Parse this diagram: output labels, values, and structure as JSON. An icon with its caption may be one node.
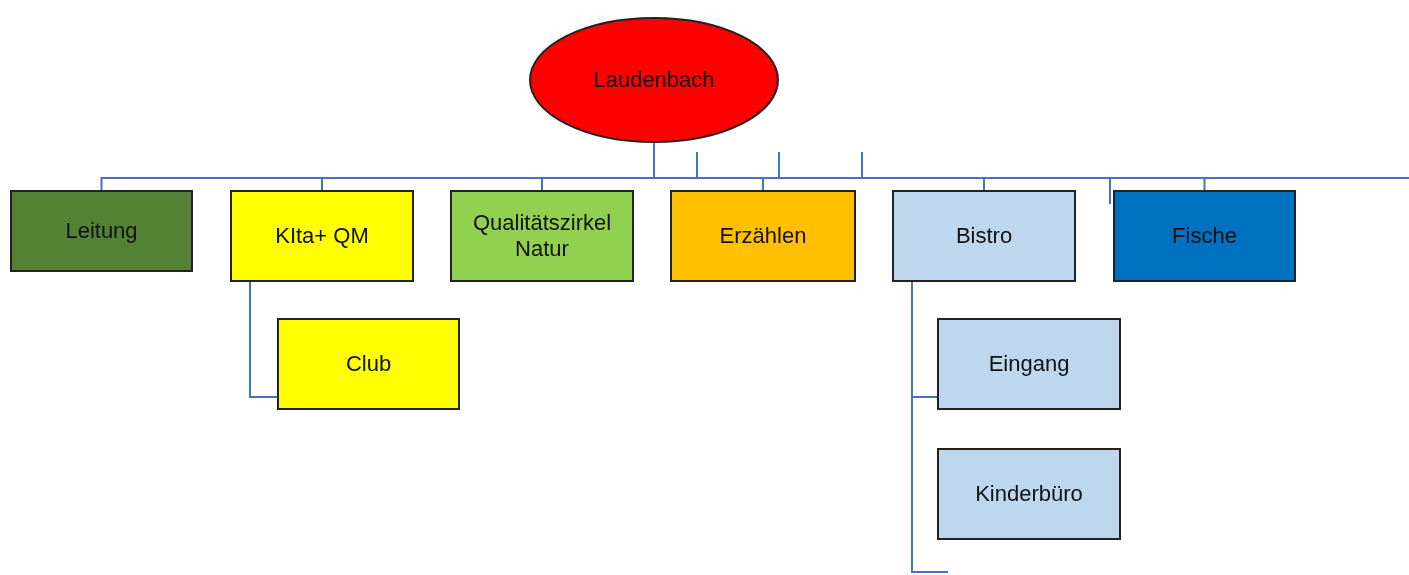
{
  "diagram": {
    "nodes": [
      {
        "text": [
          "Laudenbach"
        ]
      },
      {
        "text": [
          "Leitung"
        ]
      },
      {
        "text": [
          "KIta+ QM"
        ]
      },
      {
        "text": [
          "Qualitätszirkel Natur"
        ]
      },
      {
        "text": [
          "Erzählen"
        ]
      },
      {
        "text": [
          "Bistro"
        ]
      },
      {
        "text": [
          "Fische"
        ]
      },
      {
        "text": [
          "Club"
        ]
      },
      {
        "text": [
          "Eingang"
        ]
      },
      {
        "text": [
          "Kinderbüro"
        ]
      }
    ],
    "edges": [
      {
        "from": 0,
        "to": 1,
        "arrow": "none"
      },
      {
        "from": 0,
        "to": 2,
        "arrow": "none"
      },
      {
        "from": 0,
        "to": 3,
        "arrow": "none"
      },
      {
        "from": 0,
        "to": 4,
        "arrow": "none"
      },
      {
        "from": 0,
        "to": 5,
        "arrow": "none"
      },
      {
        "from": 0,
        "to": 6,
        "arrow": "none"
      },
      {
        "from": 2,
        "to": 7,
        "arrow": "none"
      },
      {
        "from": 5,
        "to": 8,
        "arrow": "none"
      },
      {
        "from": 0,
        "to": null,
        "arrow": "none"
      },
      {
        "from": 5,
        "to": null,
        "arrow": "none"
      }
    ]
  }
}
